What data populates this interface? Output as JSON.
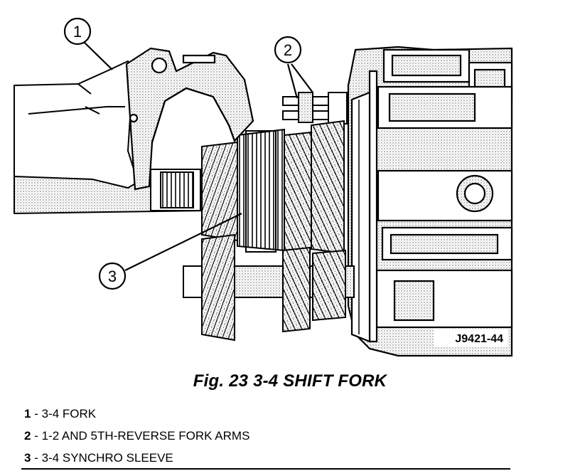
{
  "figure": {
    "caption": "Fig. 23 3-4 SHIFT FORK",
    "image_code": "J9421-44",
    "callouts": [
      "1",
      "2",
      "3"
    ]
  },
  "legend": [
    {
      "num": "1",
      "text": " - 3-4 FORK"
    },
    {
      "num": "2",
      "text": " - 1-2 AND 5TH-REVERSE FORK ARMS"
    },
    {
      "num": "3",
      "text": " - 3-4 SYNCHRO SLEEVE"
    }
  ]
}
